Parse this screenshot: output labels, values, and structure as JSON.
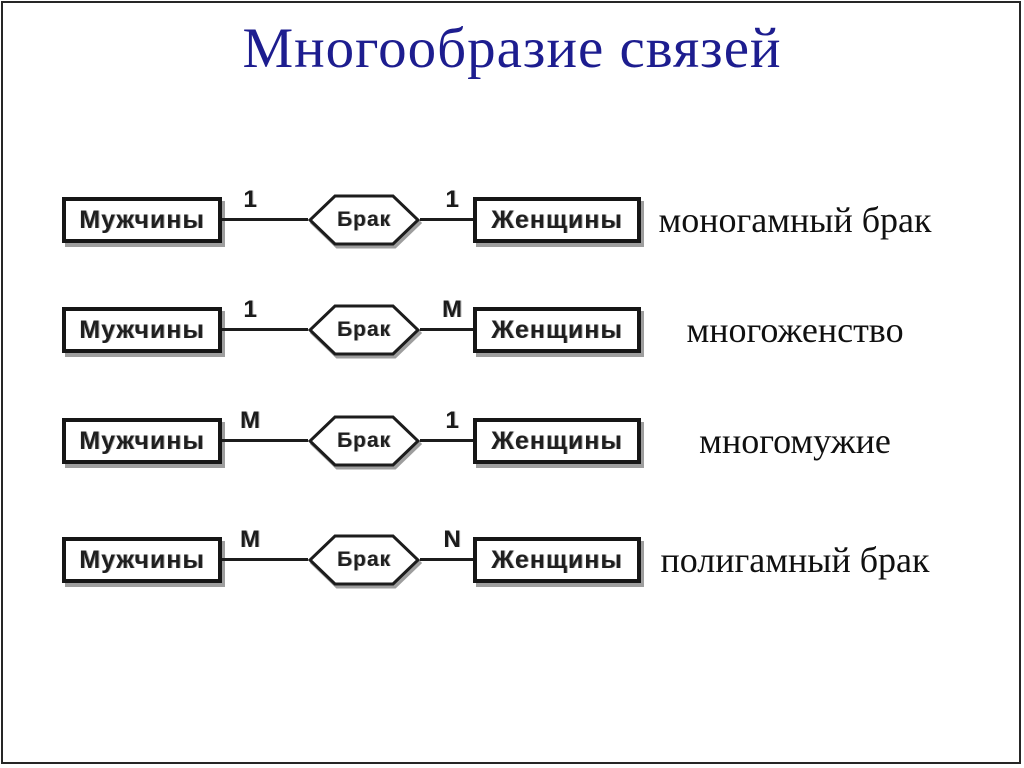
{
  "page": {
    "title": "Многообразие связей",
    "title_color": "#1d1d8f",
    "background_color": "#ffffff",
    "border_color": "#262626"
  },
  "diagram": {
    "stroke_color": "#1c1c1c",
    "shadow_color": "#9e9e9e",
    "rows": [
      {
        "left_entity": "Мужчины",
        "left_cardinality": "1",
        "relation": "Брак",
        "right_cardinality": "1",
        "right_entity": "Женщины",
        "description": "моногамный брак"
      },
      {
        "left_entity": "Мужчины",
        "left_cardinality": "1",
        "relation": "Брак",
        "right_cardinality": "M",
        "right_entity": "Женщины",
        "description": "многоженство"
      },
      {
        "left_entity": "Мужчины",
        "left_cardinality": "M",
        "relation": "Брак",
        "right_cardinality": "1",
        "right_entity": "Женщины",
        "description": "многомужие"
      },
      {
        "left_entity": "Мужчины",
        "left_cardinality": "M",
        "relation": "Брак",
        "right_cardinality": "N",
        "right_entity": "Женщины",
        "description": "полигамный брак"
      }
    ]
  }
}
